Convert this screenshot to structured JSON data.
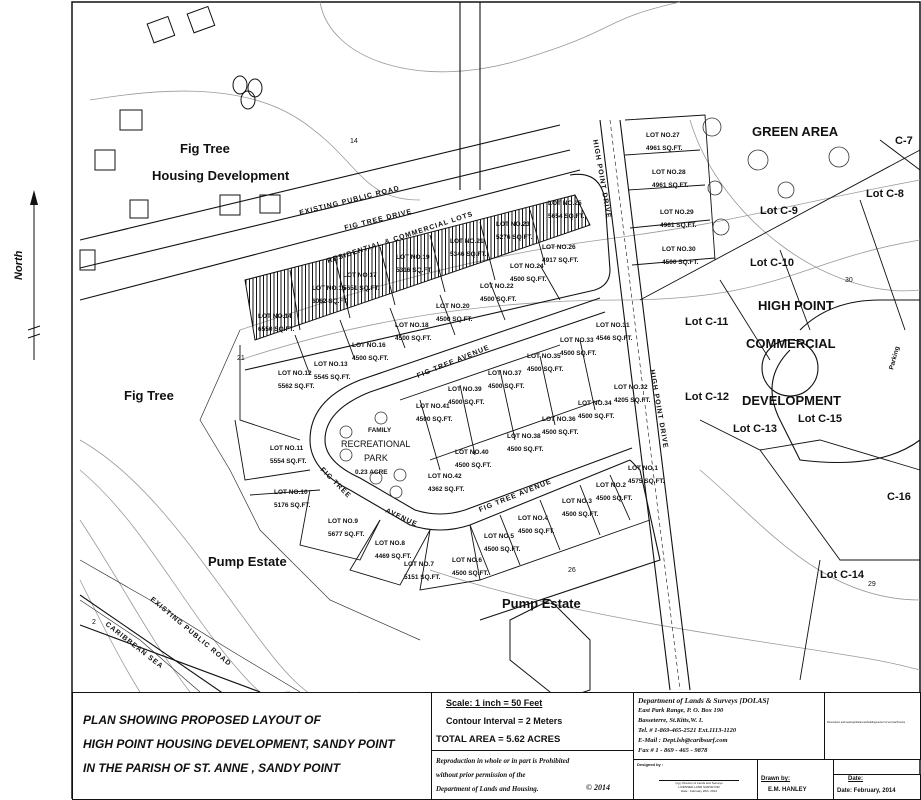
{
  "north_label": "North",
  "place_labels": {
    "fig_tree_top": "Fig Tree",
    "housing_development": "Housing Development",
    "fig_tree_left": "Fig Tree",
    "pump_estate_left": "Pump Estate",
    "pump_estate_bottom": "Pump Estate",
    "green_area": "GREEN AREA",
    "high_point": "HIGH POINT",
    "commercial": "COMMERCIAL",
    "development": "DEVELOPMENT",
    "parking": "Parking",
    "caribbean_sea": "CARIBBEAN SEA"
  },
  "road_labels": {
    "existing_public_road_top": "EXISTING PUBLIC ROAD",
    "fig_tree_drive": "FIG TREE DRIVE",
    "residential_commercial": "RESIDENTIAL & COMMERCIAL LOTS",
    "fig_tree_avenue_upper": "FIG TREE AVENUE",
    "fig_tree_avenue_lower": "FIG TREE AVENUE",
    "fig_tree_avenue_curve_a": "FIG TREE",
    "fig_tree_avenue_curve_b": "AVENUE",
    "high_point_drive_top": "HIGH POINT DRIVE",
    "high_point_drive_bottom": "HIGH POINT DRIVE",
    "existing_public_road_bottom": "EXISTING PUBLIC ROAD"
  },
  "park": {
    "l1": "FAMILY",
    "l2": "RECREATIONAL",
    "l3": "PARK",
    "l4": "0.23 ACRE"
  },
  "contours": [
    "14",
    "21",
    "26",
    "29",
    "30",
    "2"
  ],
  "lots": [
    {
      "name": "LOT NO.1",
      "area": "4575 SQ.FT."
    },
    {
      "name": "LOT NO.2",
      "area": "4500 SQ.FT."
    },
    {
      "name": "LOT NO.3",
      "area": "4500 SQ.FT."
    },
    {
      "name": "LOT NO.4",
      "area": "4500 SQ.FT."
    },
    {
      "name": "LOT NO.5",
      "area": "4500 SQ.FT."
    },
    {
      "name": "LOT NO.6",
      "area": "4500 SQ.FT."
    },
    {
      "name": "LOT NO.7",
      "area": "5151 SQ.FT."
    },
    {
      "name": "LOT NO.8",
      "area": "4469 SQ.FT."
    },
    {
      "name": "LOT NO.9",
      "area": "5677 SQ.FT."
    },
    {
      "name": "LOT NO.10",
      "area": "5176 SQ.FT."
    },
    {
      "name": "LOT NO.11",
      "area": "5554 SQ.FT."
    },
    {
      "name": "LOT NO.12",
      "area": "5562 SQ.FT."
    },
    {
      "name": "LOT NO.13",
      "area": "5545 SQ.FT."
    },
    {
      "name": "LOT NO.14",
      "area": "6550 SQ.FT."
    },
    {
      "name": "LOT NO.15",
      "area": "6062 SQ.FT."
    },
    {
      "name": "LOT NO.16",
      "area": "4500 SQ.FT."
    },
    {
      "name": "LOT NO.17",
      "area": "5651 SQ.FT."
    },
    {
      "name": "LOT NO.18",
      "area": "4500 SQ.FT."
    },
    {
      "name": "LOT NO.19",
      "area": "5316 SQ.FT."
    },
    {
      "name": "LOT NO.20",
      "area": "4500 SQ.FT."
    },
    {
      "name": "LOT NO.21",
      "area": "5346 SQ.FT."
    },
    {
      "name": "LOT NO.22",
      "area": "4500 SQ.FT."
    },
    {
      "name": "LOT NO.23",
      "area": "5276 SQ.FT."
    },
    {
      "name": "LOT NO.24",
      "area": "4500 SQ.FT."
    },
    {
      "name": "LOT NO.25",
      "area": "5654 SQ.FT."
    },
    {
      "name": "LOT NO.26",
      "area": "4917 SQ.FT."
    },
    {
      "name": "LOT NO.27",
      "area": "4961 SQ.FT."
    },
    {
      "name": "LOT NO.28",
      "area": "4961 SQ.FT."
    },
    {
      "name": "LOT NO.29",
      "area": "4961 SQ.FT."
    },
    {
      "name": "LOT NO.30",
      "area": "4500 SQ.FT."
    },
    {
      "name": "LOT NO.31",
      "area": "4546 SQ.FT."
    },
    {
      "name": "LOT NO.32",
      "area": "4205 SQ.FT."
    },
    {
      "name": "LOT NO.33",
      "area": "4500 SQ.FT."
    },
    {
      "name": "LOT NO.34",
      "area": "4500 SQ.FT."
    },
    {
      "name": "LOT NO.35",
      "area": "4500 SQ.FT."
    },
    {
      "name": "LOT NO.36",
      "area": "4500 SQ.FT."
    },
    {
      "name": "LOT NO.37",
      "area": "4500 SQ.FT."
    },
    {
      "name": "LOT NO.38",
      "area": "4500 SQ.FT."
    },
    {
      "name": "LOT NO.39",
      "area": "4500 SQ.FT."
    },
    {
      "name": "LOT NO.40",
      "area": "4500 SQ.FT."
    },
    {
      "name": "LOT NO.41",
      "area": "4500 SQ.FT."
    },
    {
      "name": "LOT NO.42",
      "area": "4362 SQ.FT."
    }
  ],
  "commercial_lots": [
    "C-7",
    "Lot C-8",
    "Lot C-9",
    "Lot C-10",
    "Lot C-11",
    "Lot C-12",
    "Lot C-13",
    "Lot C-14",
    "Lot C-15",
    "C-16"
  ],
  "title_block": {
    "title_1": "PLAN SHOWING PROPOSED LAYOUT OF",
    "title_2": "HIGH POINT HOUSING DEVELOPMENT, SANDY POINT",
    "title_3": "IN THE PARISH OF ST. ANNE , SANDY POINT",
    "scale": "Scale: 1 inch = 50 Feet",
    "contour_interval": "Contour Interval = 2 Meters",
    "total_area": "TOTAL AREA = 5.62 ACRES",
    "repro_1": "Reproduction in whole or in part is Prohibited",
    "repro_2": "without prior permission of the",
    "repro_3": "Department of Lands and Housing.",
    "copyright": "© 2014",
    "dept": "Department of Lands & Surveys [DOLAS]",
    "addr_1": "East Park Range, P. O. Box 190",
    "addr_2": "Basseterre, St.Kitts,W. I.",
    "tel": "Tel. # 1-869-465-2521 Ext.1113-1120",
    "email": "E-Mail : Dept.lsh@caribsurf.com",
    "fax": "Fax #   1 - 869 - 465 - 9878",
    "designed_by": "Designed by :",
    "signature_1": "(sg.) Director of Lands and Surveys",
    "signature_2": "LICENSED LAND SURVEYOR",
    "signature_3": "Date : February 26th, 2014",
    "note": "Dimensions and bearings/distances/buildings/extent of encroachments",
    "drawn_by_label": "Drawn by:",
    "drawn_by": "E.M. HANLEY",
    "date_label": "Date:",
    "date": "Date: February, 2014"
  }
}
